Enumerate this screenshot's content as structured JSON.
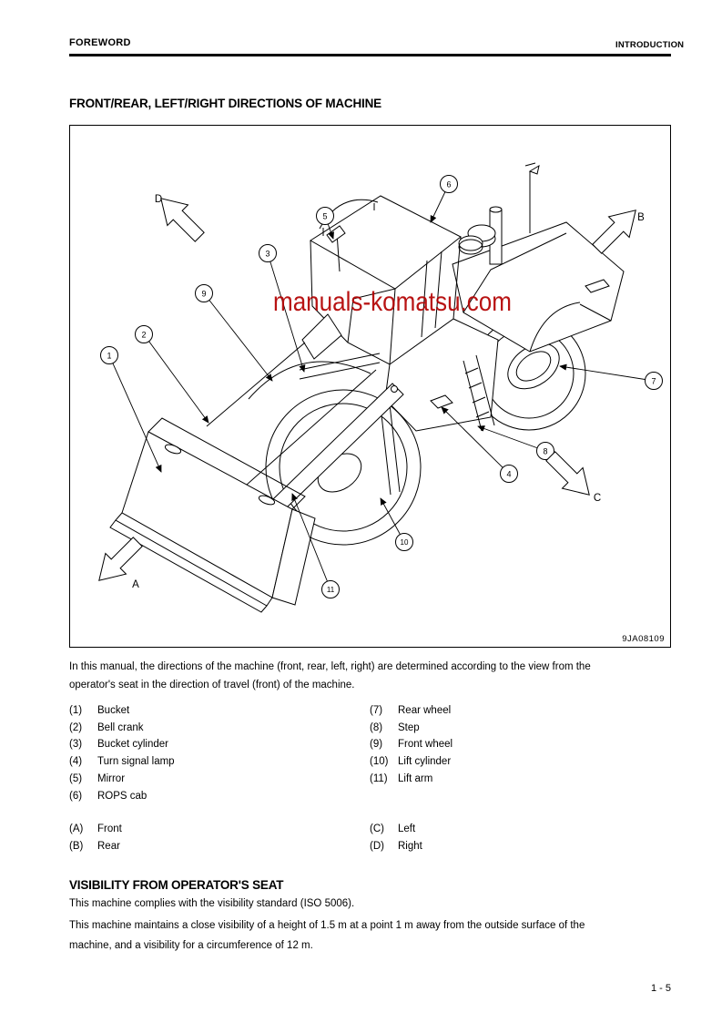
{
  "page": {
    "header_left": "FOREWORD",
    "header_right": "INTRODUCTION",
    "page_number": "1 - 5"
  },
  "directions_section": {
    "title": "FRONT/REAR, LEFT/RIGHT DIRECTIONS OF MACHINE",
    "figure": {
      "watermark": "manuals-komatsu.com",
      "figure_code": "9JA08109",
      "callouts": [
        "1",
        "2",
        "3",
        "4",
        "5",
        "6",
        "7",
        "8",
        "9",
        "10",
        "11"
      ],
      "letters": {
        "a": "A",
        "b": "B",
        "c": "C",
        "d": "D"
      }
    },
    "paragraph_lines": [
      "In this manual, the directions of the machine (front, rear, left, right) are determined according to the view from the",
      "operator's seat in the direction of travel (front) of the machine."
    ],
    "parts_left": [
      {
        "num": "(1)",
        "label": "Bucket"
      },
      {
        "num": "(2)",
        "label": "Bell crank"
      },
      {
        "num": "(3)",
        "label": "Bucket cylinder"
      },
      {
        "num": "(4)",
        "label": "Turn signal lamp"
      },
      {
        "num": "(5)",
        "label": "Mirror"
      },
      {
        "num": "(6)",
        "label": "ROPS cab"
      }
    ],
    "parts_right": [
      {
        "num": "(7)",
        "label": "Rear wheel"
      },
      {
        "num": "(8)",
        "label": "Step"
      },
      {
        "num": "(9)",
        "label": "Front wheel"
      },
      {
        "num": "(10)",
        "label": "Lift cylinder"
      },
      {
        "num": "(11)",
        "label": "Lift arm"
      }
    ],
    "dir_left": [
      {
        "num": "(A)",
        "label": "Front"
      },
      {
        "num": "(B)",
        "label": "Rear"
      }
    ],
    "dir_right": [
      {
        "num": "(C)",
        "label": "Left"
      },
      {
        "num": "(D)",
        "label": "Right"
      }
    ]
  },
  "visibility_section": {
    "title": "VISIBILITY FROM OPERATOR'S SEAT",
    "lines": [
      "This machine complies with the visibility standard (ISO 5006).",
      "This machine maintains a close visibility of a height of 1.5 m at a point 1 m away from the outside surface of the",
      "machine, and a visibility for a circumference of 12 m."
    ]
  },
  "colors": {
    "ink": "#000000",
    "paper": "#ffffff",
    "watermark_red": "#b20000"
  }
}
